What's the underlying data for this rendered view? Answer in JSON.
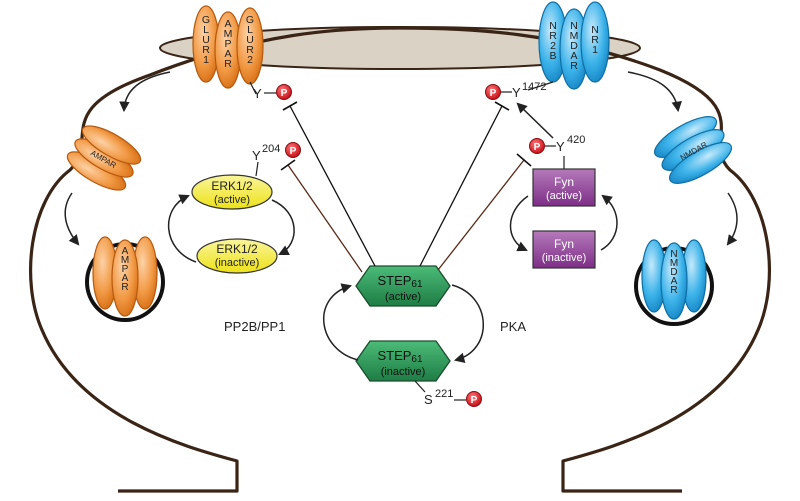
{
  "receptors": {
    "ampar_subunits": [
      "GLUR1",
      "AMPAR",
      "GLUR2"
    ],
    "nmdar_subunits": [
      "NR2B",
      "NMDAR",
      "NR1"
    ],
    "ampar_label": "AMPAR",
    "nmdar_label": "NMDAR"
  },
  "phospho": {
    "p": "P",
    "glur2_site": "Y",
    "nr2b_site": "Y",
    "nr2b_site_num": "1472",
    "erk_site": "Y",
    "erk_site_num": "204",
    "fyn_site": "Y",
    "fyn_site_num": "420",
    "step_site": "S",
    "step_site_num": "221"
  },
  "erk": {
    "active_name": "ERK1/2",
    "active_state": "(active)",
    "inactive_name": "ERK1/2",
    "inactive_state": "(inactive)"
  },
  "fyn": {
    "active_name": "Fyn",
    "active_state": "(active)",
    "inactive_name": "Fyn",
    "inactive_state": "(inactive)"
  },
  "step": {
    "active_name": "STEP",
    "active_sub": "61",
    "active_state": "(active)",
    "inactive_name": "STEP",
    "inactive_sub": "61",
    "inactive_state": "(inactive)"
  },
  "regulators": {
    "left": "PP2B/PP1",
    "right": "PKA"
  },
  "colors": {
    "membrane": "#3a2415",
    "psd": "#d9d2c5",
    "ampar": "#f08a2c",
    "nmdar": "#29a6e0",
    "erk": "#f2ea1c",
    "fyn": "#8e3f96",
    "step": "#2e9c5a",
    "phospho": "#e0202a"
  }
}
